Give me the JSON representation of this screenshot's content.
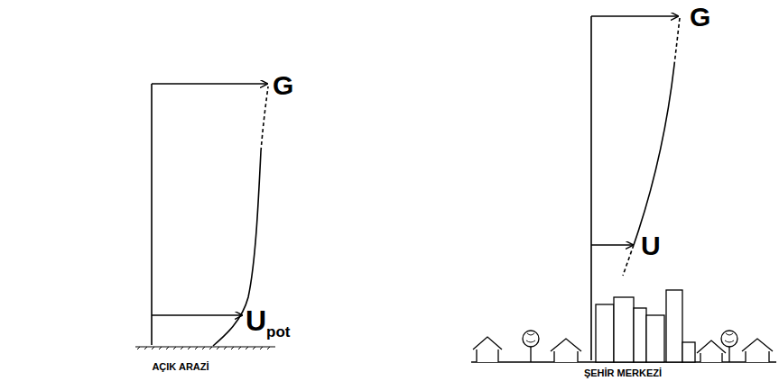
{
  "diagram": {
    "labels": [
      "G",
      "U",
      "pot",
      "AÇIK ARAZİ",
      "G",
      "U",
      "ŞEHİR MERKEZİ"
    ]
  }
}
